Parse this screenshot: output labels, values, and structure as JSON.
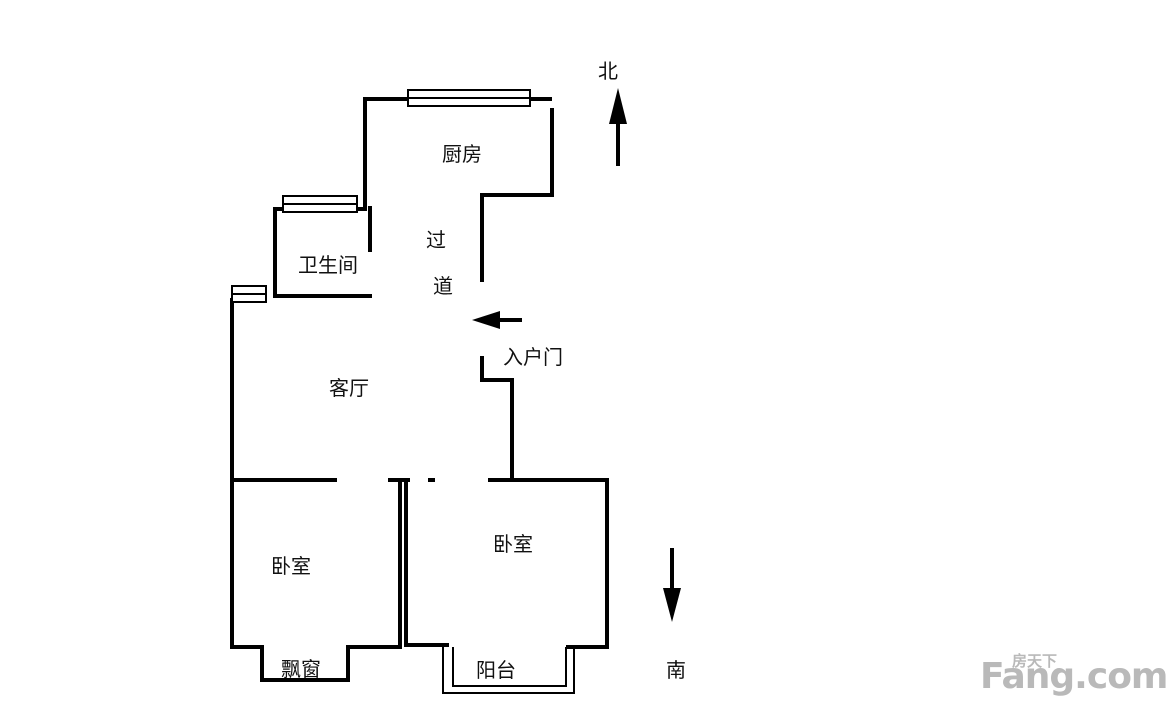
{
  "floorplan": {
    "rooms": {
      "kitchen": "厨房",
      "bathroom": "卫生间",
      "corridor_1": "过",
      "corridor_2": "道",
      "living_room": "客厅",
      "entrance": "入户门",
      "bedroom_left": "卧室",
      "bedroom_right": "卧室",
      "bay_window": "飘窗",
      "balcony": "阳台"
    },
    "compass": {
      "north": "北",
      "south": "南"
    }
  },
  "watermark": {
    "top": "房天下",
    "main": "Fang.com"
  }
}
